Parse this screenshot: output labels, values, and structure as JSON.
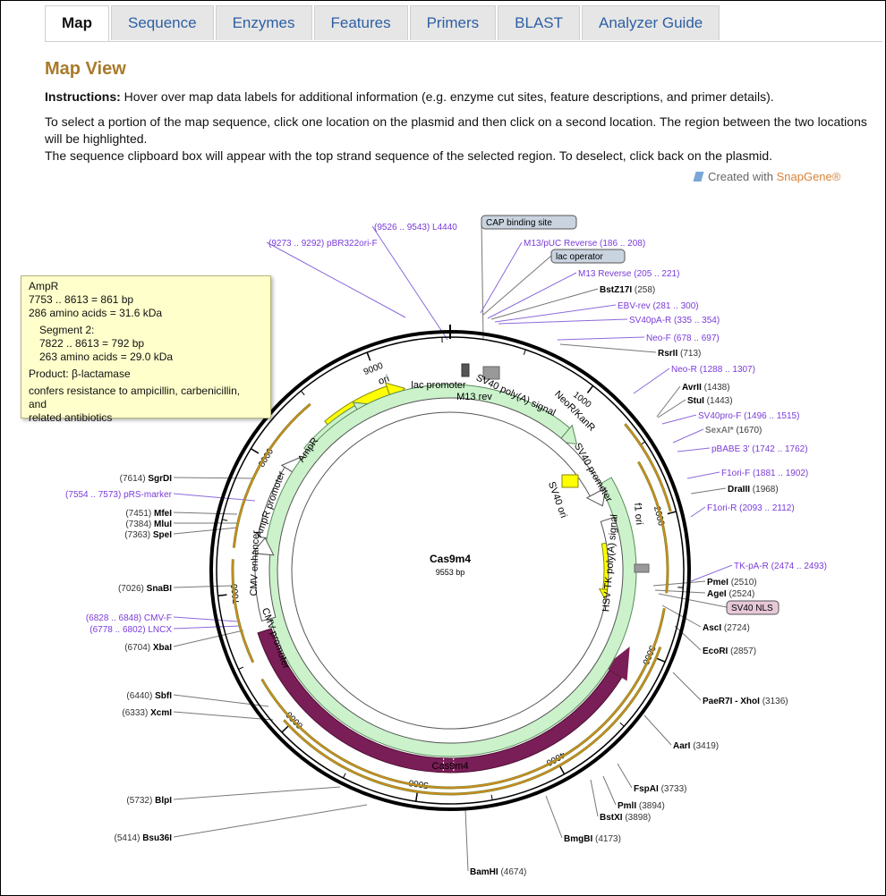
{
  "tabs": [
    "Map",
    "Sequence",
    "Enzymes",
    "Features",
    "Primers",
    "BLAST",
    "Analyzer Guide"
  ],
  "title": "Map View",
  "instructions_label": "Instructions:",
  "instructions_text": " Hover over map data labels for additional information (e.g. enzyme cut sites, feature descriptions, and primer details).",
  "select_text": "To select a portion of the map sequence, click one location on the plasmid and then click on a second location. The region between the two locations will be highlighted.",
  "clipboard_text": "The sequence clipboard box will appear with the top strand sequence of the selected region. To deselect, click back on the plasmid.",
  "snapgene": {
    "prefix": "Created with ",
    "brand": "SnapGene",
    "suffix": "®"
  },
  "plasmid": {
    "name": "Cas9m4",
    "size": "9553 bp"
  },
  "tooltip": {
    "name": "AmpR",
    "range": "7753 .. 8613  =  861 bp",
    "aa": "286 amino acids  =  31.6 kDa",
    "seg_title": "Segment 2:",
    "seg_range": "7822 .. 8613  =  792 bp",
    "seg_aa": "263 amino acids  =  29.0 kDa",
    "product": "Product: β-lactamase",
    "desc1": "confers resistance to ampicillin, carbenicillin,",
    "desc2": "and",
    "desc3": "related antibiotics"
  },
  "ticks": [
    "1000",
    "2000",
    "3000",
    "4000",
    "5000",
    "6000",
    "7000",
    "8000",
    "9000"
  ],
  "feature_labels": [
    "ori",
    "lac promoter",
    "M13 rev",
    "SV40 poly(A) signal",
    "NeoR/KanR",
    "SV40 promoter",
    "SV40 ori",
    "f1 ori",
    "HSV TK poly(A) signal",
    "AmpR",
    "AmpR promoter",
    "CMV enhancer",
    "CMV promoter",
    "Cas9m4"
  ],
  "right_labels": [
    {
      "pos": "(9526 .. 9543)",
      "name": "L4440",
      "kind": "primer"
    },
    {
      "pos": "(9273 .. 9292)",
      "name": "pBR322ori-F",
      "kind": "primer"
    },
    {
      "pos": "",
      "name": "CAP binding site",
      "kind": "box"
    },
    {
      "pos": "(186 .. 208)",
      "name": "M13/pUC Reverse",
      "kind": "primer"
    },
    {
      "pos": "",
      "name": "lac operator",
      "kind": "box"
    },
    {
      "pos": "(205 .. 221)",
      "name": "M13 Reverse",
      "kind": "primer"
    },
    {
      "pos": "(258)",
      "name": "BstZ17I",
      "kind": "enzyme"
    },
    {
      "pos": "(281 .. 300)",
      "name": "EBV-rev",
      "kind": "primer"
    },
    {
      "pos": "(335 .. 354)",
      "name": "SV40pA-R",
      "kind": "primer"
    },
    {
      "pos": "(678 .. 697)",
      "name": "Neo-F",
      "kind": "primer"
    },
    {
      "pos": "(713)",
      "name": "RsrII",
      "kind": "enzyme"
    },
    {
      "pos": "(1288 .. 1307)",
      "name": "Neo-R",
      "kind": "primer"
    },
    {
      "pos": "(1438)",
      "name": "AvrII",
      "kind": "enzyme"
    },
    {
      "pos": "(1443)",
      "name": "StuI",
      "kind": "enzyme"
    },
    {
      "pos": "(1496 .. 1515)",
      "name": "SV40pro-F",
      "kind": "primer"
    },
    {
      "pos": "(1670)",
      "name": "SexAI*",
      "kind": "enzyme-grey"
    },
    {
      "pos": "(1742 .. 1762)",
      "name": "pBABE 3'",
      "kind": "primer"
    },
    {
      "pos": "(1881 .. 1902)",
      "name": "F1ori-F",
      "kind": "primer"
    },
    {
      "pos": "(1968)",
      "name": "DraIII",
      "kind": "enzyme"
    },
    {
      "pos": "(2093 .. 2112)",
      "name": "F1ori-R",
      "kind": "primer"
    },
    {
      "pos": "(2474 .. 2493)",
      "name": "TK-pA-R",
      "kind": "primer"
    },
    {
      "pos": "(2510)",
      "name": "PmeI",
      "kind": "enzyme"
    },
    {
      "pos": "(2524)",
      "name": "AgeI",
      "kind": "enzyme"
    },
    {
      "pos": "",
      "name": "SV40 NLS",
      "kind": "nlsbox"
    },
    {
      "pos": "(2724)",
      "name": "AscI",
      "kind": "enzyme"
    },
    {
      "pos": "(2857)",
      "name": "EcoRI",
      "kind": "enzyme"
    },
    {
      "pos": "(3136)",
      "name": "PaeR7I - XhoI",
      "kind": "enzyme"
    },
    {
      "pos": "(3419)",
      "name": "AarI",
      "kind": "enzyme"
    },
    {
      "pos": "(3733)",
      "name": "FspAI",
      "kind": "enzyme"
    },
    {
      "pos": "(3894)",
      "name": "PmlI",
      "kind": "enzyme"
    },
    {
      "pos": "(3898)",
      "name": "BstXI",
      "kind": "enzyme"
    },
    {
      "pos": "(4173)",
      "name": "BmgBI",
      "kind": "enzyme"
    },
    {
      "pos": "(4674)",
      "name": "BamHI",
      "kind": "enzyme"
    }
  ],
  "left_labels": [
    {
      "pos": "(7614)",
      "name": "SgrDI",
      "kind": "enzyme"
    },
    {
      "pos": "(7554 .. 7573)",
      "name": "pRS-marker",
      "kind": "primer"
    },
    {
      "pos": "(7451)",
      "name": "MfeI",
      "kind": "enzyme"
    },
    {
      "pos": "(7384)",
      "name": "MluI",
      "kind": "enzyme"
    },
    {
      "pos": "(7363)",
      "name": "SpeI",
      "kind": "enzyme"
    },
    {
      "pos": "(7026)",
      "name": "SnaBI",
      "kind": "enzyme"
    },
    {
      "pos": "(6828 .. 6848)",
      "name": "CMV-F",
      "kind": "primer"
    },
    {
      "pos": "(6778 .. 6802)",
      "name": "LNCX",
      "kind": "primer"
    },
    {
      "pos": "(6704)",
      "name": "XbaI",
      "kind": "enzyme"
    },
    {
      "pos": "(6440)",
      "name": "SbfI",
      "kind": "enzyme"
    },
    {
      "pos": "(6333)",
      "name": "XcmI",
      "kind": "enzyme"
    },
    {
      "pos": "(5732)",
      "name": "BlpI",
      "kind": "enzyme"
    },
    {
      "pos": "(5414)",
      "name": "Bsu36I",
      "kind": "enzyme"
    }
  ]
}
